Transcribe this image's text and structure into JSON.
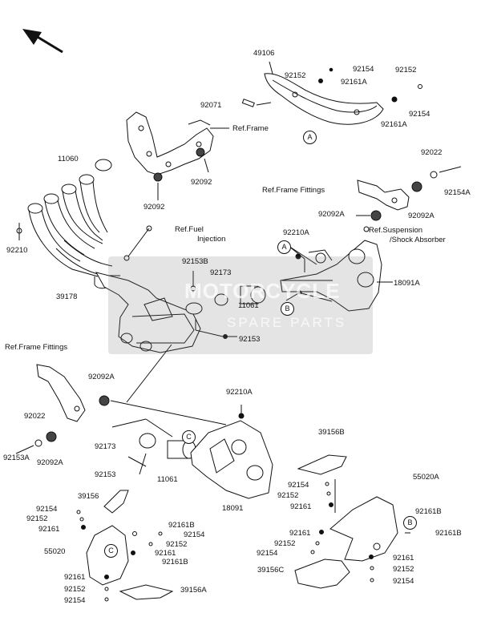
{
  "diagram": {
    "watermark": {
      "line1": "MOTORCYCLE",
      "line2": "SPARE PARTS"
    },
    "labels": {
      "l49106": "49106",
      "l92154_top": "92154",
      "l92152_top": "92152",
      "l92161A_top": "92161A",
      "l92152_tr": "92152",
      "l92154_tr": "92154",
      "l92161A_tr": "92161A",
      "l92071": "92071",
      "ref_frame": "Ref.Frame",
      "l11060": "11060",
      "l92092_a": "92092",
      "l92092_b": "92092",
      "l92022_r": "92022",
      "l92154A_r": "92154A",
      "ref_frame_fittings_r": "Ref.Frame Fittings",
      "l92092A_r1": "92092A",
      "l92092A_r2": "92092A",
      "ref_fuel_1": "Ref.Fuel",
      "ref_fuel_2": "Injection",
      "l92210A_mid": "92210A",
      "ref_susp_1": "Ref.Suspension",
      "ref_susp_2": "/Shock Absorber",
      "l92210_left": "92210",
      "l92153B": "92153B",
      "l92173_top": "92173",
      "l18091A": "18091A",
      "l39178": "39178",
      "l11061_top": "11061",
      "l92153_top": "92153",
      "ref_frame_fittings_l": "Ref.Frame Fittings",
      "l92092A_l1": "92092A",
      "l92210A_low": "92210A",
      "l92022_l": "92022",
      "l92092A_l2": "92092A",
      "l92153A_l": "92153A",
      "l92173_bot": "92173",
      "l92153_bot": "92153",
      "l11061_bot": "11061",
      "l18091": "18091",
      "l39156B": "39156B",
      "l55020A": "55020A",
      "l92154_r1": "92154",
      "l92152_r1": "92152",
      "l92161_r1": "92161",
      "l92161B_r1": "92161B",
      "l92161_r2": "92161",
      "l92161B_r2": "92161B",
      "l92152_r2": "92152",
      "l92154_r2": "92154",
      "l39156C": "39156C",
      "l92161_r3": "92161",
      "l92152_r3": "92152",
      "l92154_r3": "92154",
      "l39156": "39156",
      "l92154_l1": "92154",
      "l92152_l1": "92152",
      "l92161_l1": "92161",
      "l92161B_l1": "92161B",
      "l92154_l2": "92154",
      "l55020": "55020",
      "l92152_l2": "92152",
      "l92161_l2": "92161",
      "l92161B_l2": "92161B",
      "l92161_l3": "92161",
      "l92152_l3": "92152",
      "l92154_l3": "92154",
      "l39156A": "39156A"
    },
    "callouts": {
      "a1": "A",
      "a2": "A",
      "b1": "B",
      "b2": "B",
      "c1": "C",
      "c2": "C"
    }
  }
}
